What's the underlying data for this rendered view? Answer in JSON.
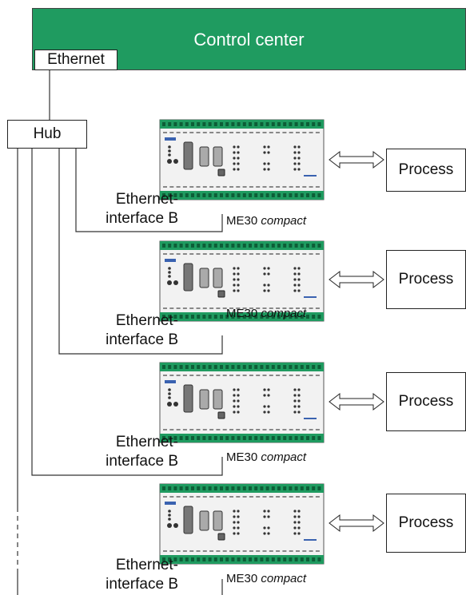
{
  "control_center": {
    "title": "Control center"
  },
  "ethernet_label": "Ethernet",
  "hub_label": "Hub",
  "units": [
    {
      "interface_line1": "Ethernet-",
      "interface_line2": "interface B",
      "device_model": "ME30",
      "device_variant": "compact",
      "process_label": "Process"
    },
    {
      "interface_line1": "Ethernet-",
      "interface_line2": "interface B",
      "device_model": "ME30",
      "device_variant": "compact",
      "process_label": "Process"
    },
    {
      "interface_line1": "Ethernet-",
      "interface_line2": "interface B",
      "device_model": "ME30",
      "device_variant": "compact",
      "process_label": "Process"
    },
    {
      "interface_line1": "Ethernet-",
      "interface_line2": "interface B",
      "device_model": "ME30",
      "device_variant": "compact",
      "process_label": "Process"
    }
  ],
  "colors": {
    "control_center": "#1f9b60",
    "terminal_green": "#1f9b60",
    "device_body": "#f2f2f2"
  }
}
